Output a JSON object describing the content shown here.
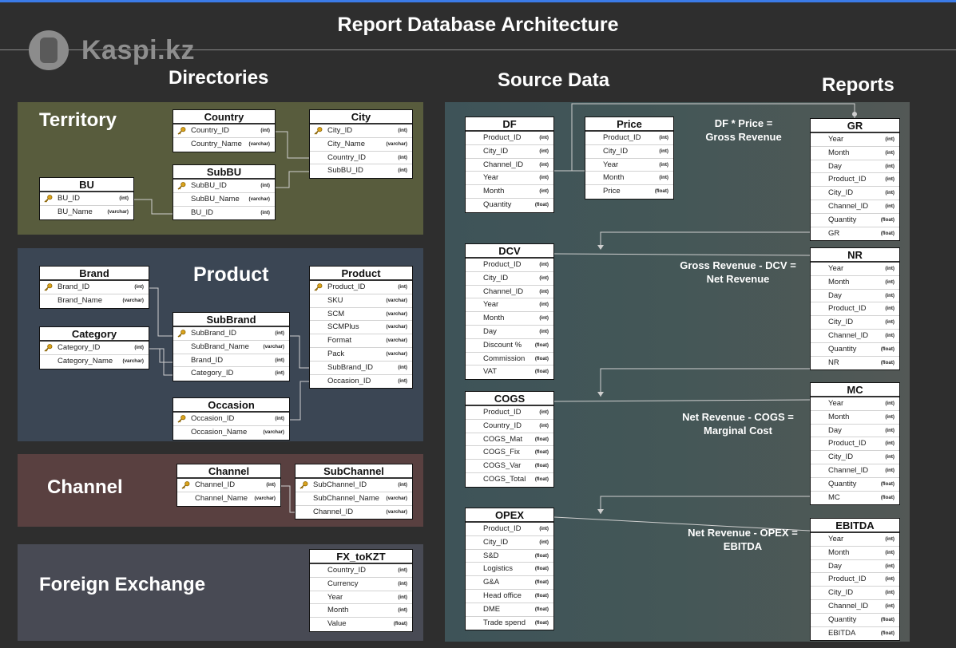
{
  "title": "Report Database Architecture",
  "logo_text": "Kaspi.kz",
  "headings": {
    "directories": "Directories",
    "source": "Source Data",
    "reports": "Reports"
  },
  "panels": {
    "territory": "Territory",
    "product": "Product",
    "channel": "Channel",
    "fx": "Foreign Exchange"
  },
  "colors": {
    "territory": "#585c3d",
    "product": "#3b4654",
    "channel": "#594040",
    "fx": "#484a54",
    "source_left": "#3e5358",
    "source_right": "#4d5553",
    "city_dot": "#d8ec7c",
    "subchannel_dot": "#e98a8a"
  },
  "tables": {
    "country": {
      "name": "Country",
      "rows": [
        {
          "n": "Country_ID",
          "t": "(int)",
          "k": true
        },
        {
          "n": "Country_Name",
          "t": "(varchar)"
        }
      ]
    },
    "city": {
      "name": "City",
      "rows": [
        {
          "n": "City_ID",
          "t": "(int)",
          "k": true
        },
        {
          "n": "City_Name",
          "t": "(varchar)"
        },
        {
          "n": "Country_ID",
          "t": "(int)"
        },
        {
          "n": "SubBU_ID",
          "t": "(int)"
        }
      ]
    },
    "bu": {
      "name": "BU",
      "rows": [
        {
          "n": "BU_ID",
          "t": "(int)",
          "k": true
        },
        {
          "n": "BU_Name",
          "t": "(varchar)"
        }
      ]
    },
    "subbu": {
      "name": "SubBU",
      "rows": [
        {
          "n": "SubBU_ID",
          "t": "(int)",
          "k": true
        },
        {
          "n": "SubBU_Name",
          "t": "(varchar)"
        },
        {
          "n": "BU_ID",
          "t": "(int)"
        }
      ]
    },
    "brand": {
      "name": "Brand",
      "rows": [
        {
          "n": "Brand_ID",
          "t": "(int)",
          "k": true
        },
        {
          "n": "Brand_Name",
          "t": "(varchar)"
        }
      ]
    },
    "category": {
      "name": "Category",
      "rows": [
        {
          "n": "Category_ID",
          "t": "(int)",
          "k": true
        },
        {
          "n": "Category_Name",
          "t": "(varchar)"
        }
      ]
    },
    "subbrand": {
      "name": "SubBrand",
      "rows": [
        {
          "n": "SubBrand_ID",
          "t": "(int)",
          "k": true
        },
        {
          "n": "SubBrand_Name",
          "t": "(varchar)"
        },
        {
          "n": "Brand_ID",
          "t": "(int)"
        },
        {
          "n": "Category_ID",
          "t": "(int)"
        }
      ]
    },
    "occasion": {
      "name": "Occasion",
      "rows": [
        {
          "n": "Occasion_ID",
          "t": "(int)",
          "k": true
        },
        {
          "n": "Occasion_Name",
          "t": "(varchar)"
        }
      ]
    },
    "product": {
      "name": "Product",
      "rows": [
        {
          "n": "Product_ID",
          "t": "(int)",
          "k": true
        },
        {
          "n": "SKU",
          "t": "(varchar)"
        },
        {
          "n": "SCM",
          "t": "(varchar)"
        },
        {
          "n": "SCMPlus",
          "t": "(varchar)"
        },
        {
          "n": "Format",
          "t": "(varchar)"
        },
        {
          "n": "Pack",
          "t": "(varchar)"
        },
        {
          "n": "SubBrand_ID",
          "t": "(int)"
        },
        {
          "n": "Occasion_ID",
          "t": "(int)"
        }
      ]
    },
    "channel": {
      "name": "Channel",
      "rows": [
        {
          "n": "Channel_ID",
          "t": "(int)",
          "k": true
        },
        {
          "n": "Channel_Name",
          "t": "(varchar)"
        }
      ]
    },
    "subchannel": {
      "name": "SubChannel",
      "rows": [
        {
          "n": "SubChannel_ID",
          "t": "(int)",
          "k": true
        },
        {
          "n": "SubChannel_Name",
          "t": "(varchar)"
        },
        {
          "n": "Channel_ID",
          "t": "(varchar)"
        }
      ]
    },
    "fx": {
      "name": "FX_toKZT",
      "rows": [
        {
          "n": "Country_ID",
          "t": "(int)"
        },
        {
          "n": "Currency",
          "t": "(int)"
        },
        {
          "n": "Year",
          "t": "(int)"
        },
        {
          "n": "Month",
          "t": "(int)"
        },
        {
          "n": "Value",
          "t": "(float)"
        }
      ]
    },
    "df": {
      "name": "DF",
      "rows": [
        {
          "n": "Product_ID",
          "t": "(int)"
        },
        {
          "n": "City_ID",
          "t": "(int)"
        },
        {
          "n": "Channel_ID",
          "t": "(int)"
        },
        {
          "n": "Year",
          "t": "(int)"
        },
        {
          "n": "Month",
          "t": "(int)"
        },
        {
          "n": "Quantity",
          "t": "(float)"
        }
      ]
    },
    "price": {
      "name": "Price",
      "rows": [
        {
          "n": "Product_ID",
          "t": "(int)"
        },
        {
          "n": "City_ID",
          "t": "(int)"
        },
        {
          "n": "Year",
          "t": "(int)"
        },
        {
          "n": "Month",
          "t": "(int)"
        },
        {
          "n": "Price",
          "t": "(float)"
        }
      ]
    },
    "dcv": {
      "name": "DCV",
      "rows": [
        {
          "n": "Product_ID",
          "t": "(int)"
        },
        {
          "n": "City_ID",
          "t": "(int)"
        },
        {
          "n": "Channel_ID",
          "t": "(int)"
        },
        {
          "n": "Year",
          "t": "(int)"
        },
        {
          "n": "Month",
          "t": "(int)"
        },
        {
          "n": "Day",
          "t": "(int)"
        },
        {
          "n": "Discount %",
          "t": "(float)"
        },
        {
          "n": "Commission",
          "t": "(float)"
        },
        {
          "n": "VAT",
          "t": "(float)"
        }
      ]
    },
    "cogs": {
      "name": "COGS",
      "rows": [
        {
          "n": "Product_ID",
          "t": "(int)"
        },
        {
          "n": "Country_ID",
          "t": "(int)"
        },
        {
          "n": "COGS_Mat",
          "t": "(float)"
        },
        {
          "n": "COGS_Fix",
          "t": "(float)"
        },
        {
          "n": "COGS_Var",
          "t": "(float)"
        },
        {
          "n": "COGS_Total",
          "t": "(float)"
        }
      ]
    },
    "opex": {
      "name": "OPEX",
      "rows": [
        {
          "n": "Product_ID",
          "t": "(int)"
        },
        {
          "n": "City_ID",
          "t": "(int)"
        },
        {
          "n": "S&D",
          "t": "(float)"
        },
        {
          "n": "Logistics",
          "t": "(float)"
        },
        {
          "n": "G&A",
          "t": "(float)"
        },
        {
          "n": "Head office",
          "t": "(float)"
        },
        {
          "n": "DME",
          "t": "(float)"
        },
        {
          "n": "Trade spend",
          "t": "(float)"
        }
      ]
    },
    "gr": {
      "name": "GR",
      "rows": [
        {
          "n": "Year",
          "t": "(int)"
        },
        {
          "n": "Month",
          "t": "(int)"
        },
        {
          "n": "Day",
          "t": "(int)"
        },
        {
          "n": "Product_ID",
          "t": "(int)"
        },
        {
          "n": "City_ID",
          "t": "(int)"
        },
        {
          "n": "Channel_ID",
          "t": "(int)"
        },
        {
          "n": "Quantity",
          "t": "(float)"
        },
        {
          "n": "GR",
          "t": "(float)"
        }
      ]
    },
    "nr": {
      "name": "NR",
      "rows": [
        {
          "n": "Year",
          "t": "(int)"
        },
        {
          "n": "Month",
          "t": "(int)"
        },
        {
          "n": "Day",
          "t": "(int)"
        },
        {
          "n": "Product_ID",
          "t": "(int)"
        },
        {
          "n": "City_ID",
          "t": "(int)"
        },
        {
          "n": "Channel_ID",
          "t": "(int)"
        },
        {
          "n": "Quantity",
          "t": "(float)"
        },
        {
          "n": "NR",
          "t": "(float)"
        }
      ]
    },
    "mc": {
      "name": "MC",
      "rows": [
        {
          "n": "Year",
          "t": "(int)"
        },
        {
          "n": "Month",
          "t": "(int)"
        },
        {
          "n": "Day",
          "t": "(int)"
        },
        {
          "n": "Product_ID",
          "t": "(int)"
        },
        {
          "n": "City_ID",
          "t": "(int)"
        },
        {
          "n": "Channel_ID",
          "t": "(int)"
        },
        {
          "n": "Quantity",
          "t": "(float)"
        },
        {
          "n": "MC",
          "t": "(float)"
        }
      ]
    },
    "ebitda": {
      "name": "EBITDA",
      "rows": [
        {
          "n": "Year",
          "t": "(int)"
        },
        {
          "n": "Month",
          "t": "(int)"
        },
        {
          "n": "Day",
          "t": "(int)"
        },
        {
          "n": "Product_ID",
          "t": "(int)"
        },
        {
          "n": "City_ID",
          "t": "(int)"
        },
        {
          "n": "Channel_ID",
          "t": "(int)"
        },
        {
          "n": "Quantity",
          "t": "(float)"
        },
        {
          "n": "EBITDA",
          "t": "(float)"
        }
      ]
    }
  },
  "formulas": {
    "gr": {
      "line1": "DF * Price =",
      "line2": "Gross Revenue"
    },
    "nr": {
      "line1": "Gross Revenue - DCV =",
      "line2": "Net Revenue"
    },
    "mc": {
      "line1": "Net Revenue - COGS =",
      "line2": "Marginal Cost"
    },
    "ebitda": {
      "line1": "Net Revenue - OPEX =",
      "line2": "EBITDA"
    }
  }
}
